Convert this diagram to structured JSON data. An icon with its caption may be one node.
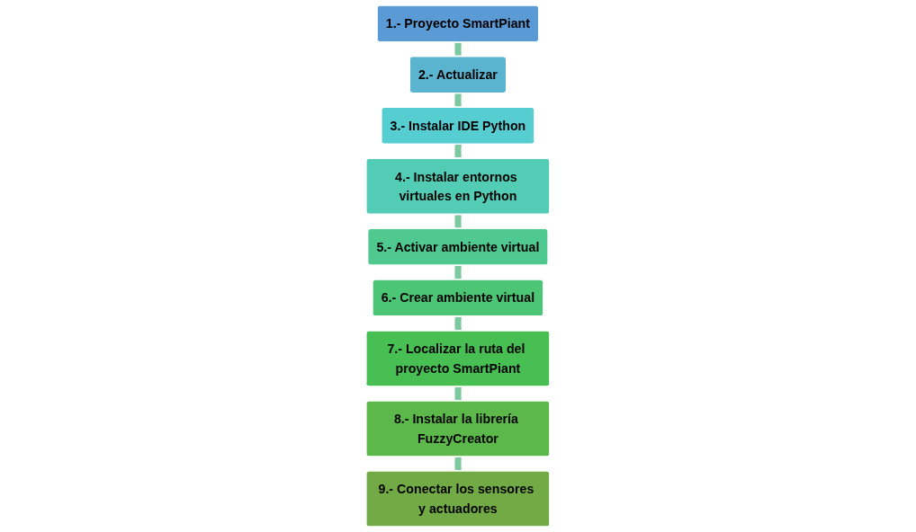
{
  "diagram": {
    "nodes": [
      {
        "text": [
          "1.- Proyecto SmartPiant"
        ]
      },
      {
        "text": [
          "2.- Actualizar"
        ]
      },
      {
        "text": [
          "3.- Instalar IDE Python"
        ]
      },
      {
        "text": [
          "4.- Instalar entornos virtuales en Python"
        ]
      },
      {
        "text": [
          "5.- Activar ambiente virtual"
        ]
      },
      {
        "text": [
          "6.- Crear ambiente virtual"
        ]
      },
      {
        "text": [
          "7.- Localizar la ruta del proyecto SmartPiant"
        ]
      },
      {
        "text": [
          "8.- Instalar la librería FuzzyCreator"
        ]
      },
      {
        "text": [
          "9.- Conectar los sensores y actuadores"
        ]
      }
    ],
    "edges": [
      {
        "from": 0,
        "to": 1,
        "arrow": "none"
      },
      {
        "from": 1,
        "to": 2,
        "arrow": "none"
      },
      {
        "from": 2,
        "to": 3,
        "arrow": "none"
      },
      {
        "from": 3,
        "to": 4,
        "arrow": "none"
      },
      {
        "from": 4,
        "to": 5,
        "arrow": "none"
      },
      {
        "from": 5,
        "to": 6,
        "arrow": "none"
      },
      {
        "from": 6,
        "to": 7,
        "arrow": "none"
      },
      {
        "from": 7,
        "to": 8,
        "arrow": "none"
      }
    ]
  }
}
